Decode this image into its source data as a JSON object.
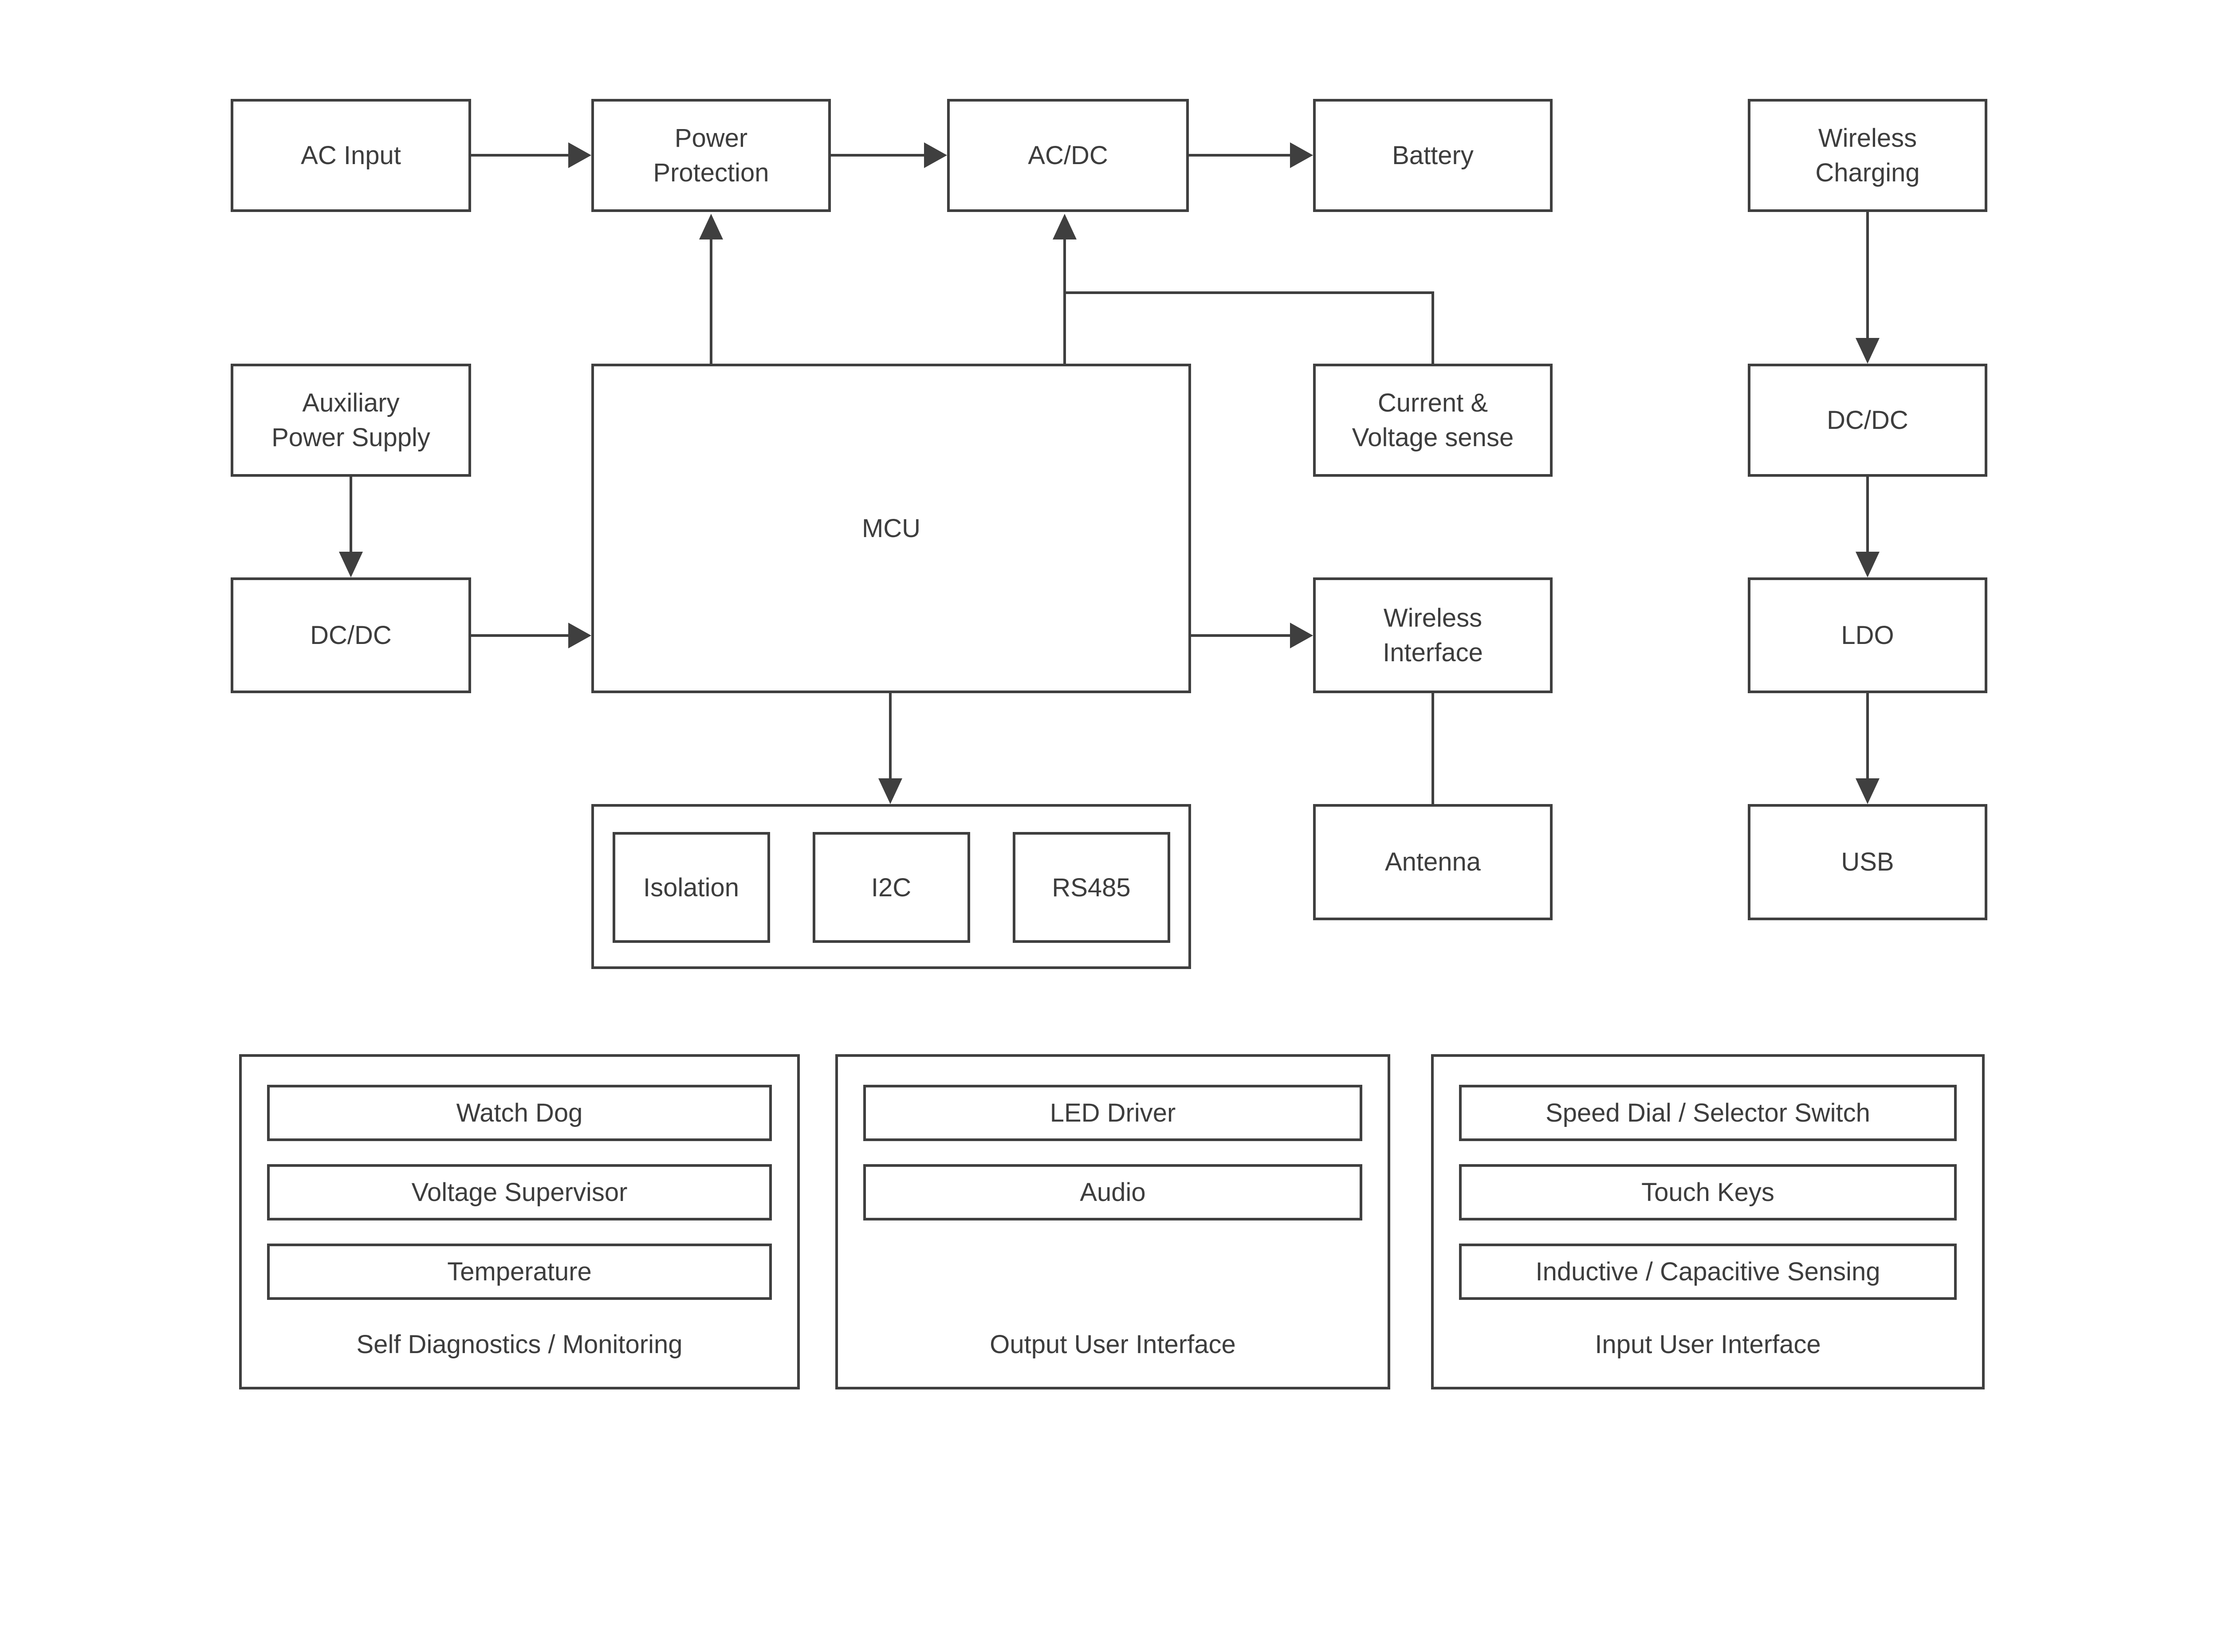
{
  "diagram": {
    "theme": {
      "border_color": "#3f3f3f",
      "text_color": "#3d3d3d",
      "background_color": "#ffffff"
    },
    "blocks": {
      "ac_input": "AC Input",
      "power_protection": "Power\nProtection",
      "ac_dc": "AC/DC",
      "battery": "Battery",
      "wireless_charging": "Wireless\nCharging",
      "auxiliary_power_supply": "Auxiliary\nPower Supply",
      "current_voltage_sense": "Current &\nVoltage sense",
      "dc_dc_top_right": "DC/DC",
      "mcu": "MCU",
      "dc_dc_left": "DC/DC",
      "wireless_interface": "Wireless\nInterface",
      "ldo": "LDO",
      "isolation": "Isolation",
      "i2c": "I2C",
      "rs485": "RS485",
      "antenna": "Antenna",
      "usb": "USB"
    },
    "groups": {
      "self_diagnostics": {
        "label": "Self Diagnostics / Monitoring",
        "items": [
          "Watch Dog",
          "Voltage Supervisor",
          "Temperature"
        ]
      },
      "output_ui": {
        "label": "Output User Interface",
        "items": [
          "LED Driver",
          "Audio"
        ]
      },
      "input_ui": {
        "label": "Input User Interface",
        "items": [
          "Speed Dial / Selector Switch",
          "Touch Keys",
          "Inductive / Capacitive Sensing"
        ]
      }
    }
  }
}
